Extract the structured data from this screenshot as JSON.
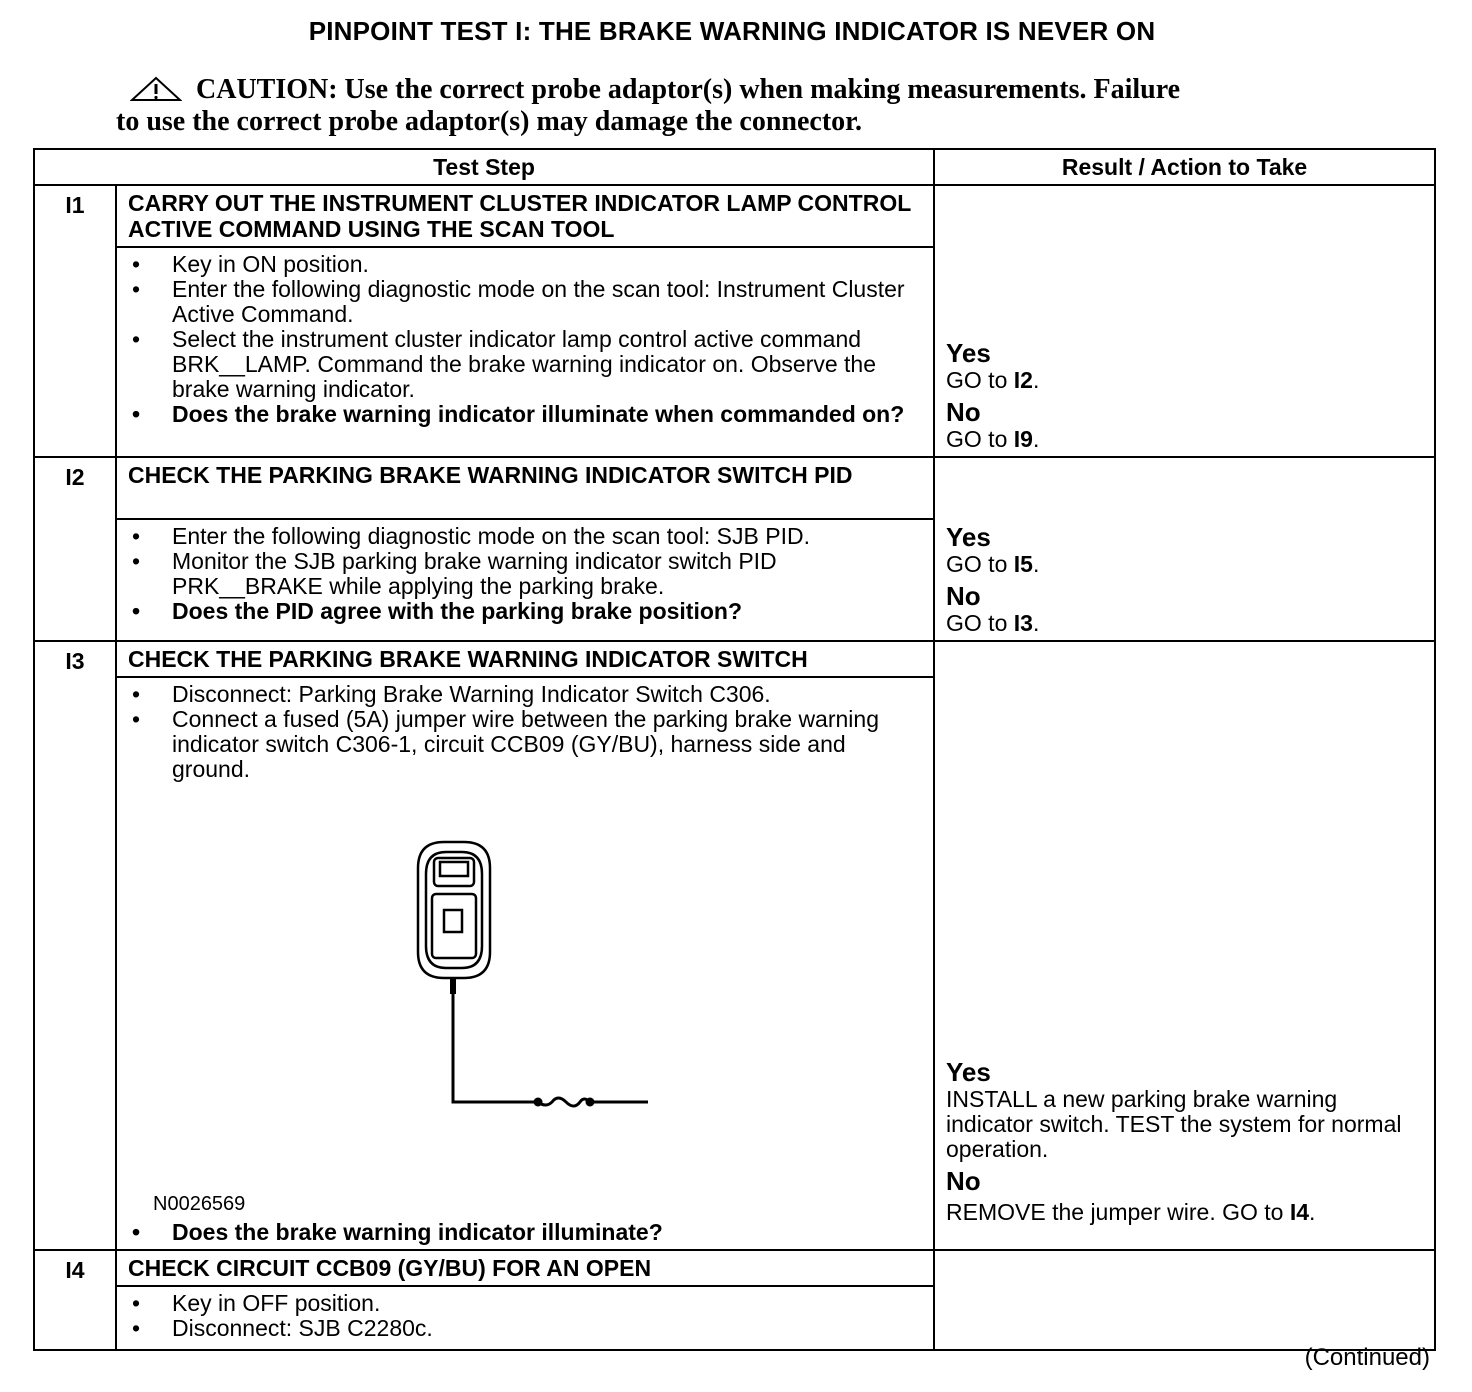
{
  "title": "PINPOINT TEST  I: THE BRAKE WARNING INDICATOR IS NEVER ON",
  "caution": {
    "icon": "warning-triangle-icon",
    "line1": "CAUTION: Use the correct probe adaptor(s) when making measurements. Failure",
    "line2": "to use the correct probe adaptor(s) may damage the connector."
  },
  "table": {
    "headers": {
      "step": "Test Step",
      "result": "Result / Action to Take"
    },
    "steps": [
      {
        "id": "I1",
        "title": "CARRY OUT THE INSTRUMENT CLUSTER INDICATOR LAMP CONTROL ACTIVE COMMAND USING THE SCAN TOOL",
        "bullets": [
          "Key in ON position.",
          "Enter the following diagnostic mode on the scan tool: Instrument Cluster Active Command.",
          "Select the instrument cluster indicator lamp control active command BRK__LAMP. Command the brake warning indicator on. Observe the brake warning indicator."
        ],
        "question": "Does the brake warning indicator illuminate when commanded on?",
        "yes_label": "Yes",
        "yes_pre": "GO to ",
        "yes_ref": "I2",
        "yes_post": ".",
        "no_label": "No",
        "no_pre": "GO to ",
        "no_ref": "I9",
        "no_post": "."
      },
      {
        "id": "I2",
        "title": "CHECK THE PARKING BRAKE WARNING INDICATOR SWITCH PID",
        "bullets": [
          "Enter the following diagnostic mode on the scan tool: SJB PID.",
          "Monitor the SJB parking brake warning indicator switch PID PRK__BRAKE while applying the parking brake."
        ],
        "question": "Does the PID agree with the parking brake position?",
        "yes_label": "Yes",
        "yes_pre": "GO to ",
        "yes_ref": "I5",
        "yes_post": ".",
        "no_label": "No",
        "no_pre": "GO to ",
        "no_ref": "I3",
        "no_post": "."
      },
      {
        "id": "I3",
        "title": "CHECK THE PARKING BRAKE WARNING INDICATOR SWITCH",
        "bullets": [
          "Disconnect: Parking Brake Warning Indicator Switch C306.",
          "Connect a fused (5A) jumper wire between the parking brake warning indicator switch C306-1, circuit CCB09 (GY/BU), harness side and ground."
        ],
        "figure_code": "N0026569",
        "question": "Does the brake warning indicator illuminate?",
        "yes_label": "Yes",
        "yes_text": "INSTALL a new parking brake warning indicator switch. TEST the system for normal operation.",
        "no_label": "No",
        "no_pre": "REMOVE the jumper wire. GO to ",
        "no_ref": "I4",
        "no_post": "."
      },
      {
        "id": "I4",
        "title": "CHECK CIRCUIT CCB09 (GY/BU) FOR AN OPEN",
        "bullets": [
          "Key in OFF position.",
          "Disconnect: SJB C2280c."
        ]
      }
    ]
  },
  "continued": "(Continued)"
}
